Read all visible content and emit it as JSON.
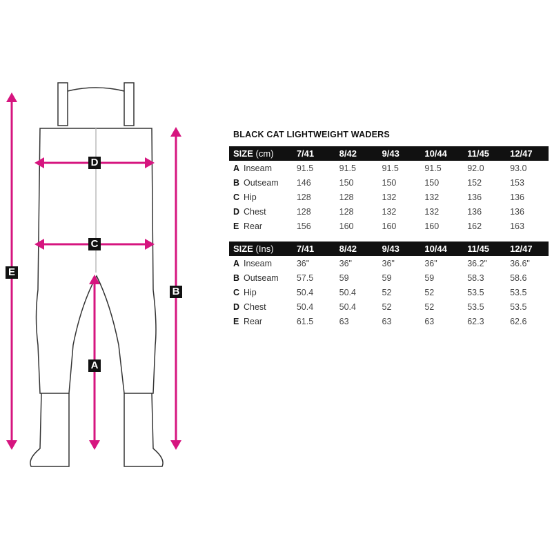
{
  "title": "BLACK CAT LIGHTWEIGHT WADERS",
  "accent": "#d6157f",
  "diagram_labels": {
    "A": "A",
    "B": "B",
    "C": "C",
    "D": "D",
    "E": "E"
  },
  "cm_table": {
    "header": {
      "size": "SIZE",
      "unit": "(cm)",
      "sizes": [
        "7/41",
        "8/42",
        "9/43",
        "10/44",
        "11/45",
        "12/47"
      ]
    },
    "rows": [
      {
        "letter": "A",
        "name": "Inseam",
        "values": [
          "91.5",
          "91.5",
          "91.5",
          "91.5",
          "92.0",
          "93.0"
        ]
      },
      {
        "letter": "B",
        "name": "Outseam",
        "values": [
          "146",
          "150",
          "150",
          "150",
          "152",
          "153"
        ]
      },
      {
        "letter": "C",
        "name": "Hip",
        "values": [
          "128",
          "128",
          "132",
          "132",
          "136",
          "136"
        ]
      },
      {
        "letter": "D",
        "name": "Chest",
        "values": [
          "128",
          "128",
          "132",
          "132",
          "136",
          "136"
        ]
      },
      {
        "letter": "E",
        "name": "Rear",
        "values": [
          "156",
          "160",
          "160",
          "160",
          "162",
          "163"
        ]
      }
    ]
  },
  "in_table": {
    "header": {
      "size": "SIZE",
      "unit": "(Ins)",
      "sizes": [
        "7/41",
        "8/42",
        "9/43",
        "10/44",
        "11/45",
        "12/47"
      ]
    },
    "rows": [
      {
        "letter": "A",
        "name": "Inseam",
        "values": [
          "36\"",
          "36\"",
          "36\"",
          "36\"",
          "36.2\"",
          "36.6\""
        ]
      },
      {
        "letter": "B",
        "name": "Outseam",
        "values": [
          "57.5",
          "59",
          "59",
          "59",
          "58.3",
          "58.6"
        ]
      },
      {
        "letter": "C",
        "name": "Hip",
        "values": [
          "50.4",
          "50.4",
          "52",
          "52",
          "53.5",
          "53.5"
        ]
      },
      {
        "letter": "D",
        "name": "Chest",
        "values": [
          "50.4",
          "50.4",
          "52",
          "52",
          "53.5",
          "53.5"
        ]
      },
      {
        "letter": "E",
        "name": "Rear",
        "values": [
          "61.5",
          "63",
          "63",
          "63",
          "62.3",
          "62.6"
        ]
      }
    ]
  }
}
